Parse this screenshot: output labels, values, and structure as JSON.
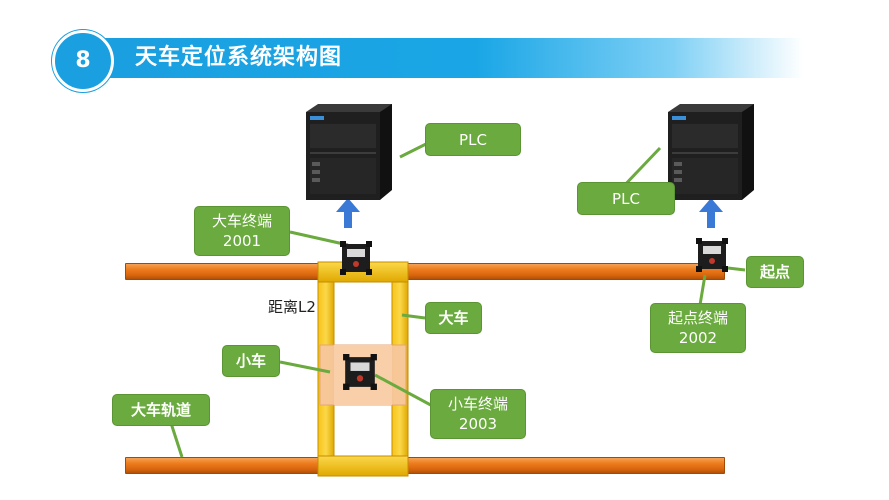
{
  "header": {
    "number": "8",
    "title": "天车定位系统架构图"
  },
  "diagram": {
    "plc_left": "PLC",
    "plc_right": "PLC",
    "bridge_terminal": {
      "line1": "大车终端",
      "line2": "2001"
    },
    "start_terminal": {
      "line1": "起点终端",
      "line2": "2002"
    },
    "trolley_terminal": {
      "line1": "小车终端",
      "line2": "2003"
    },
    "start_point": "起点",
    "distance": "距离L2",
    "bridge": "大车",
    "trolley": "小车",
    "track": "大车轨道"
  }
}
